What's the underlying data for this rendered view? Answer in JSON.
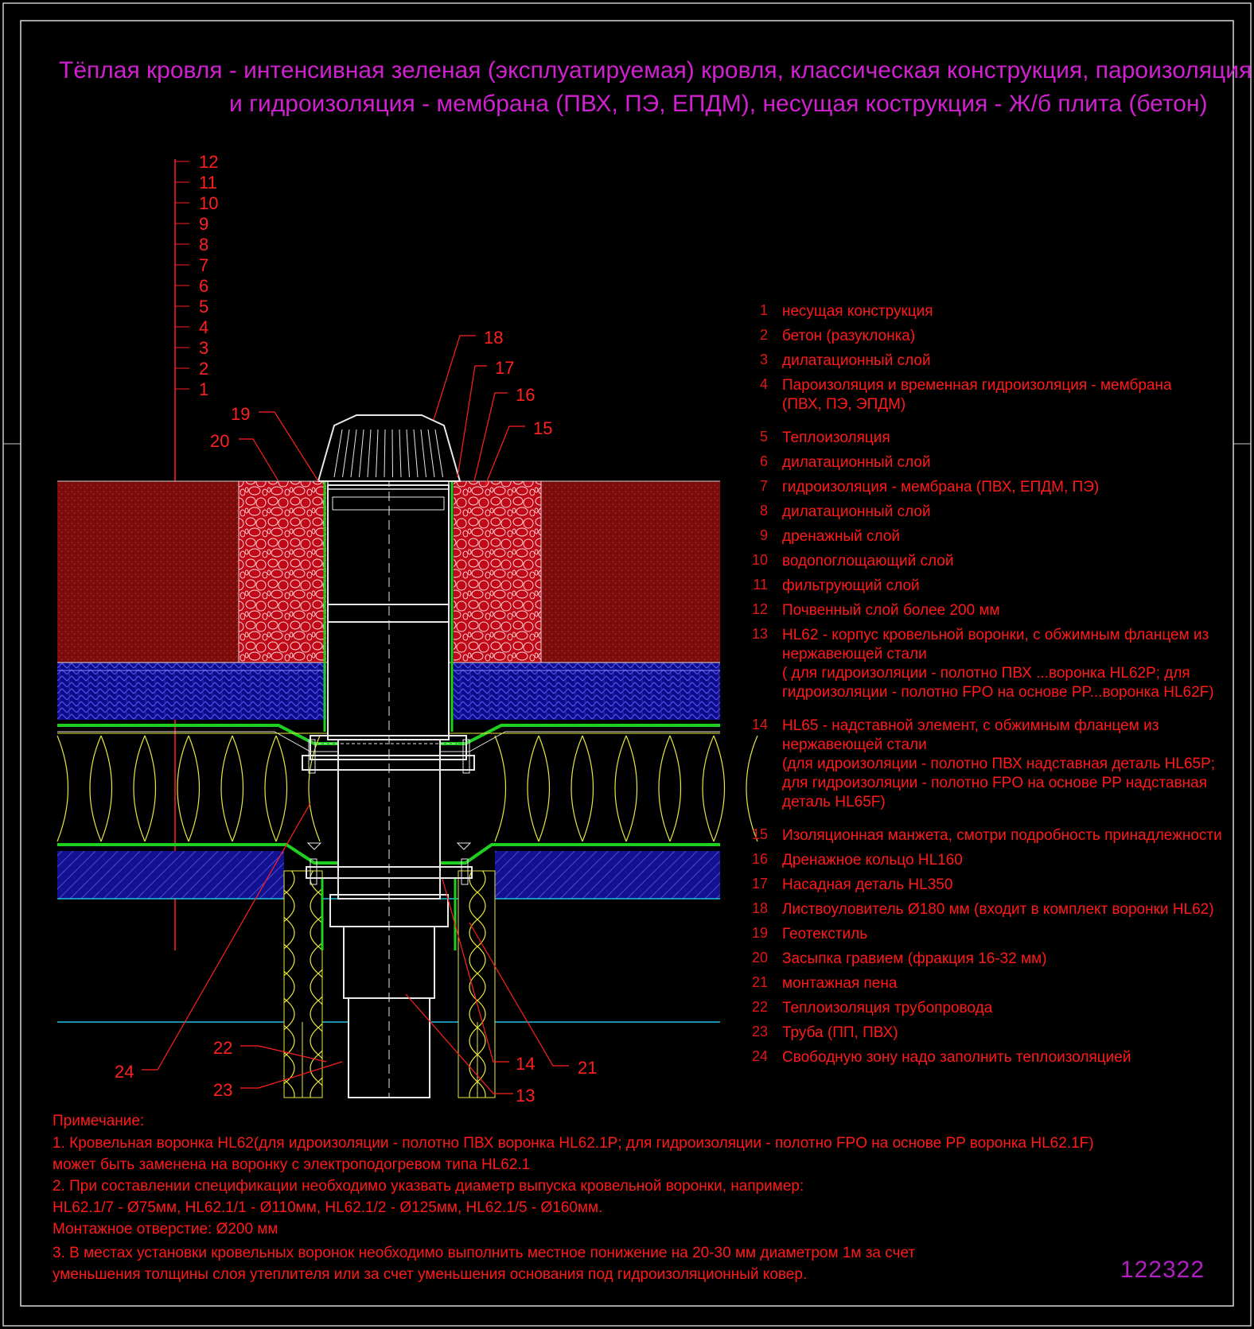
{
  "title": {
    "line1": "Тёплая кровля - интенсивная зеленая (эксплуатируемая) кровля, классическая конструкция, пароизоляция",
    "line2": "и гидроизоляция - мембрана (ПВХ, ПЭ, ЕПДМ), несущая кострукция - Ж/б плита (бетон)"
  },
  "ruler_labels": [
    "12",
    "11",
    "10",
    "9",
    "8",
    "7",
    "6",
    "5",
    "4",
    "3",
    "2",
    "1"
  ],
  "callouts": {
    "c18": "18",
    "c17": "17",
    "c16": "16",
    "c15": "15",
    "c19": "19",
    "c20": "20",
    "c22": "22",
    "c23": "23",
    "c24": "24",
    "c14": "14",
    "c13": "13",
    "c21": "21"
  },
  "legend": [
    {
      "num": "1",
      "text": "несущая конструкция"
    },
    {
      "num": "2",
      "text": "бетон (разуклонка)"
    },
    {
      "num": "3",
      "text": "дилатационный слой"
    },
    {
      "num": "4",
      "text": "Пароизоляция и временная гидроизоляция - мембрана\n(ПВХ, ПЭ, ЭПДМ)"
    },
    {
      "num": "5",
      "text": "Теплоизоляция"
    },
    {
      "num": "6",
      "text": "дилатационный слой"
    },
    {
      "num": "7",
      "text": "гидроизоляция - мембрана (ПВХ, ЕПДМ, ПЭ)"
    },
    {
      "num": "8",
      "text": "дилатационный слой"
    },
    {
      "num": "9",
      "text": "дренажный   слой"
    },
    {
      "num": "10",
      "text": "водопоглощающий слой"
    },
    {
      "num": "11",
      "text": "фильтрующий слой"
    },
    {
      "num": "12",
      "text": "Почвенный слой более 200 мм"
    },
    {
      "num": "13",
      "text": "HL62 - корпус кровельной воронки, с обжимным фланцем из\nнержавеющей стали\n( для гидроизоляции - полотно ПВХ ...воронка HL62P; для\nгидроизоляции -  полотно FPO на основе PP...воронка HL62F)"
    },
    {
      "num": "14",
      "text": "HL65 - надставной элемент, с обжимным фланцем из\nнержавеющей стали\n(для идроизоляции - полотно ПВХ надставная деталь HL65P;\nдля гидроизоляции -  полотно FPO на основе PP надставная\nдеталь HL65F)"
    },
    {
      "num": "15",
      "text": "Изоляционная  манжета, смотри подробность принадлежности"
    },
    {
      "num": "16",
      "text": "Дренажное кольцо HL160"
    },
    {
      "num": "17",
      "text": "Насадная деталь HL350"
    },
    {
      "num": "18",
      "text": "Листвоуловитель Ø180 мм (входит в комплект воронки HL62)"
    },
    {
      "num": "19",
      "text": "Геотекстиль"
    },
    {
      "num": "20",
      "text": "Засыпка гравием (фракция 16-32 мм)"
    },
    {
      "num": "21",
      "text": "монтажная пена"
    },
    {
      "num": "22",
      "text": "Теплоизоляция трубопровода"
    },
    {
      "num": "23",
      "text": "Труба (ПП, ПВХ)"
    },
    {
      "num": "24",
      "text": "Свободную зону надо заполнить теплоизоляцией"
    }
  ],
  "notes": {
    "heading": "Примечание:",
    "n1": "1. Кровельная воронка HL62(для идроизоляции - полотно ПВХ воронка HL62.1P; для гидроизоляции -  полотно FPO на основе PP воронка HL62.1F)\n    может быть заменена на воронку с электроподогревом типа HL62.1",
    "n2": "2. При составлении спецификации необходимо указвать диаметр выпуска кровельной воронки, например:\n    HL62.1/7 - Ø75мм, HL62.1/1 - Ø110мм, HL62.1/2 - Ø125мм, HL62.1/5 - Ø160мм.\n    Монтажное отверстие: Ø200 мм",
    "n3": "3. В местах установки кровельных воронок необходимо выполнить местное понижение на 20-30 мм диаметром 1м за счет\n     уменьшения толщины слоя утеплителя или за счет уменьшения основания под гидроизоляционный ковер."
  },
  "drawing_code": "122322",
  "colors": {
    "background": "#000000",
    "title": "#d020d0",
    "text_red": "#ff1a1a",
    "soil": "#9a1010",
    "gravel": "#e01020",
    "drainage_blue": "#10108a",
    "insulation_yellow": "#e8e840",
    "membrane_green": "#20c020",
    "concrete_blue": "#1a1aa0"
  }
}
